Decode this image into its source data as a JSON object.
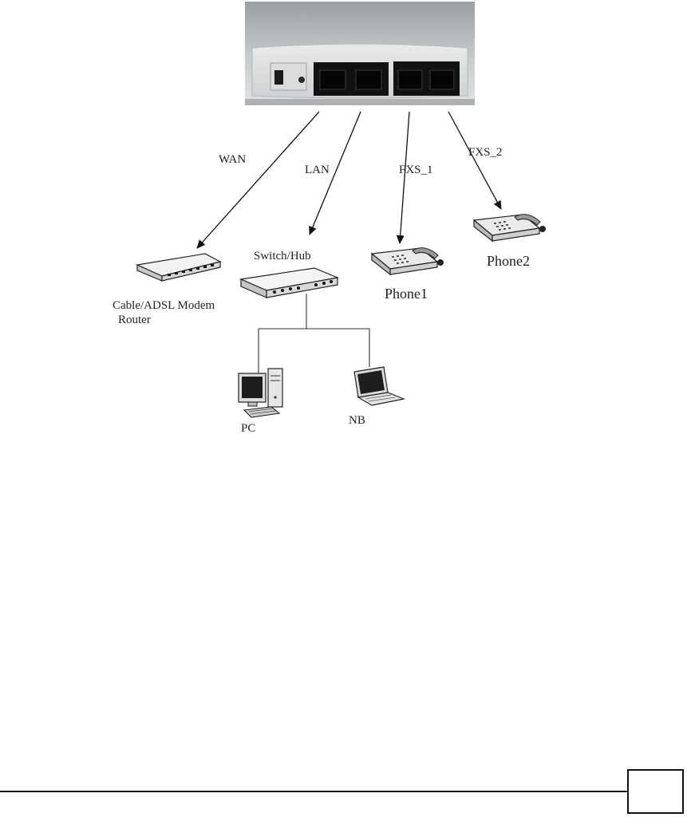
{
  "ports": {
    "wan": "WAN",
    "lan": "LAN",
    "fxs1": "FXS_1",
    "fxs2": "FXS_2"
  },
  "devices": {
    "modem_line1": "Cable/ADSL Modem",
    "modem_line2": "Router",
    "switch": "Switch/Hub",
    "phone1": "Phone1",
    "phone2": "Phone2",
    "pc": "PC",
    "nb": "NB"
  },
  "page_number": ""
}
